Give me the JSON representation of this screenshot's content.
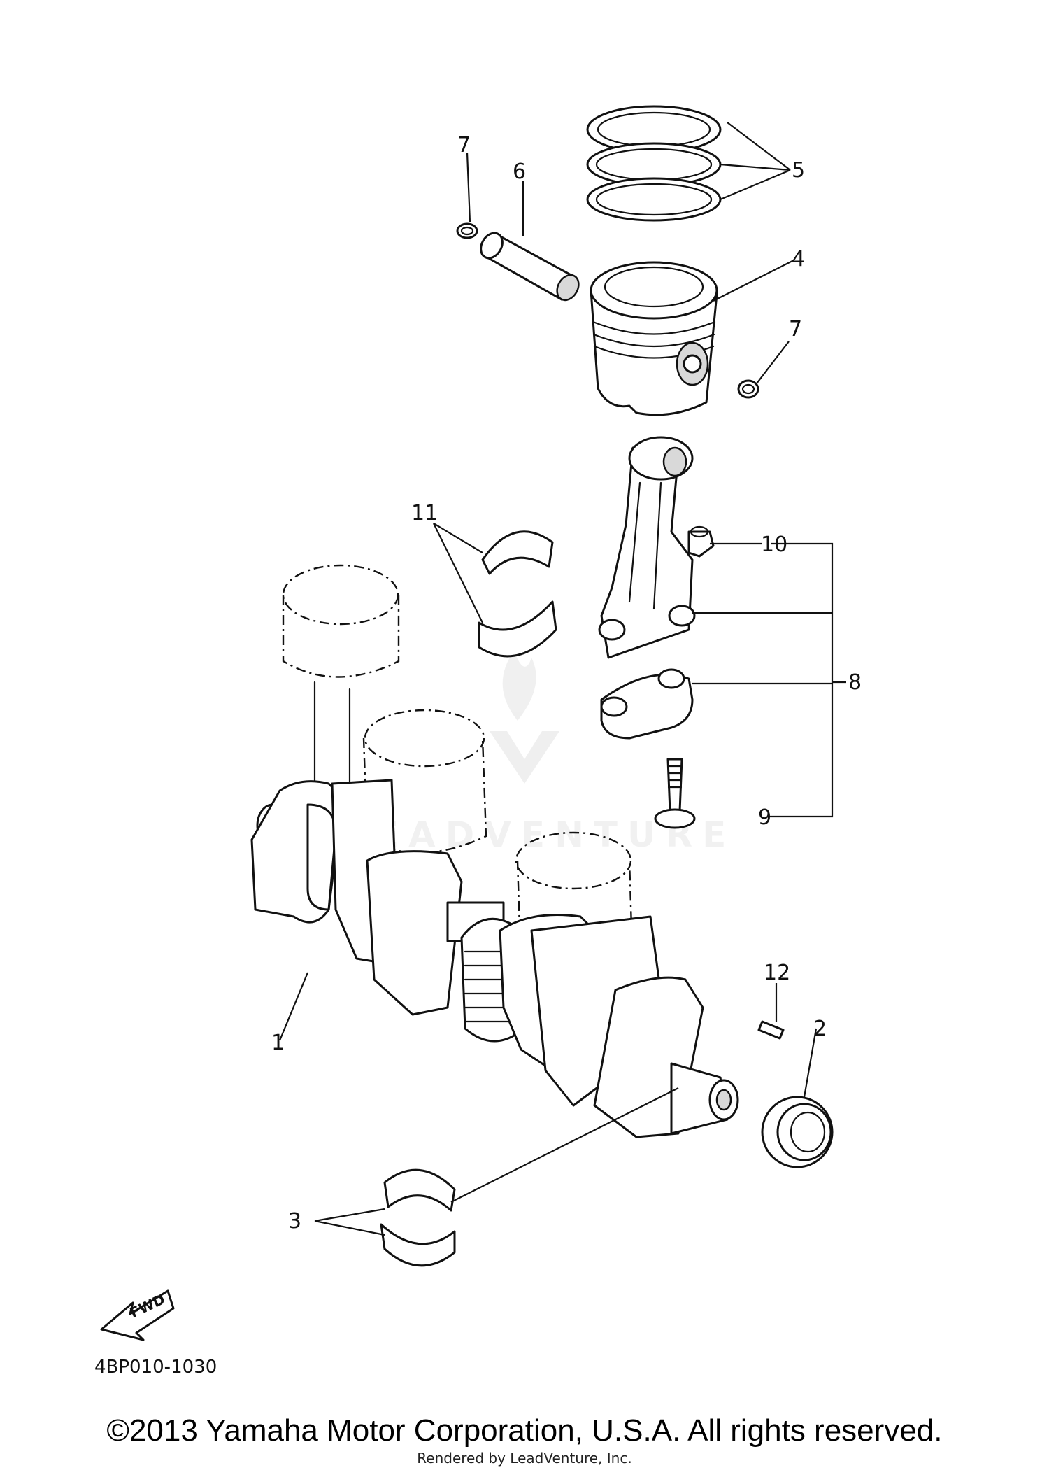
{
  "diagram": {
    "callouts": [
      "1",
      "2",
      "3",
      "4",
      "5",
      "6",
      "7",
      "7",
      "8",
      "9",
      "10",
      "11",
      "12"
    ],
    "figure_ref": "4BP010-1030",
    "fwd_label": "FWD",
    "watermark": "LEADVENTURE"
  },
  "footer": {
    "copyright": "©2013 Yamaha Motor Corporation, U.S.A. All rights reserved.",
    "rendered_by": "Rendered by LeadVenture, Inc."
  }
}
